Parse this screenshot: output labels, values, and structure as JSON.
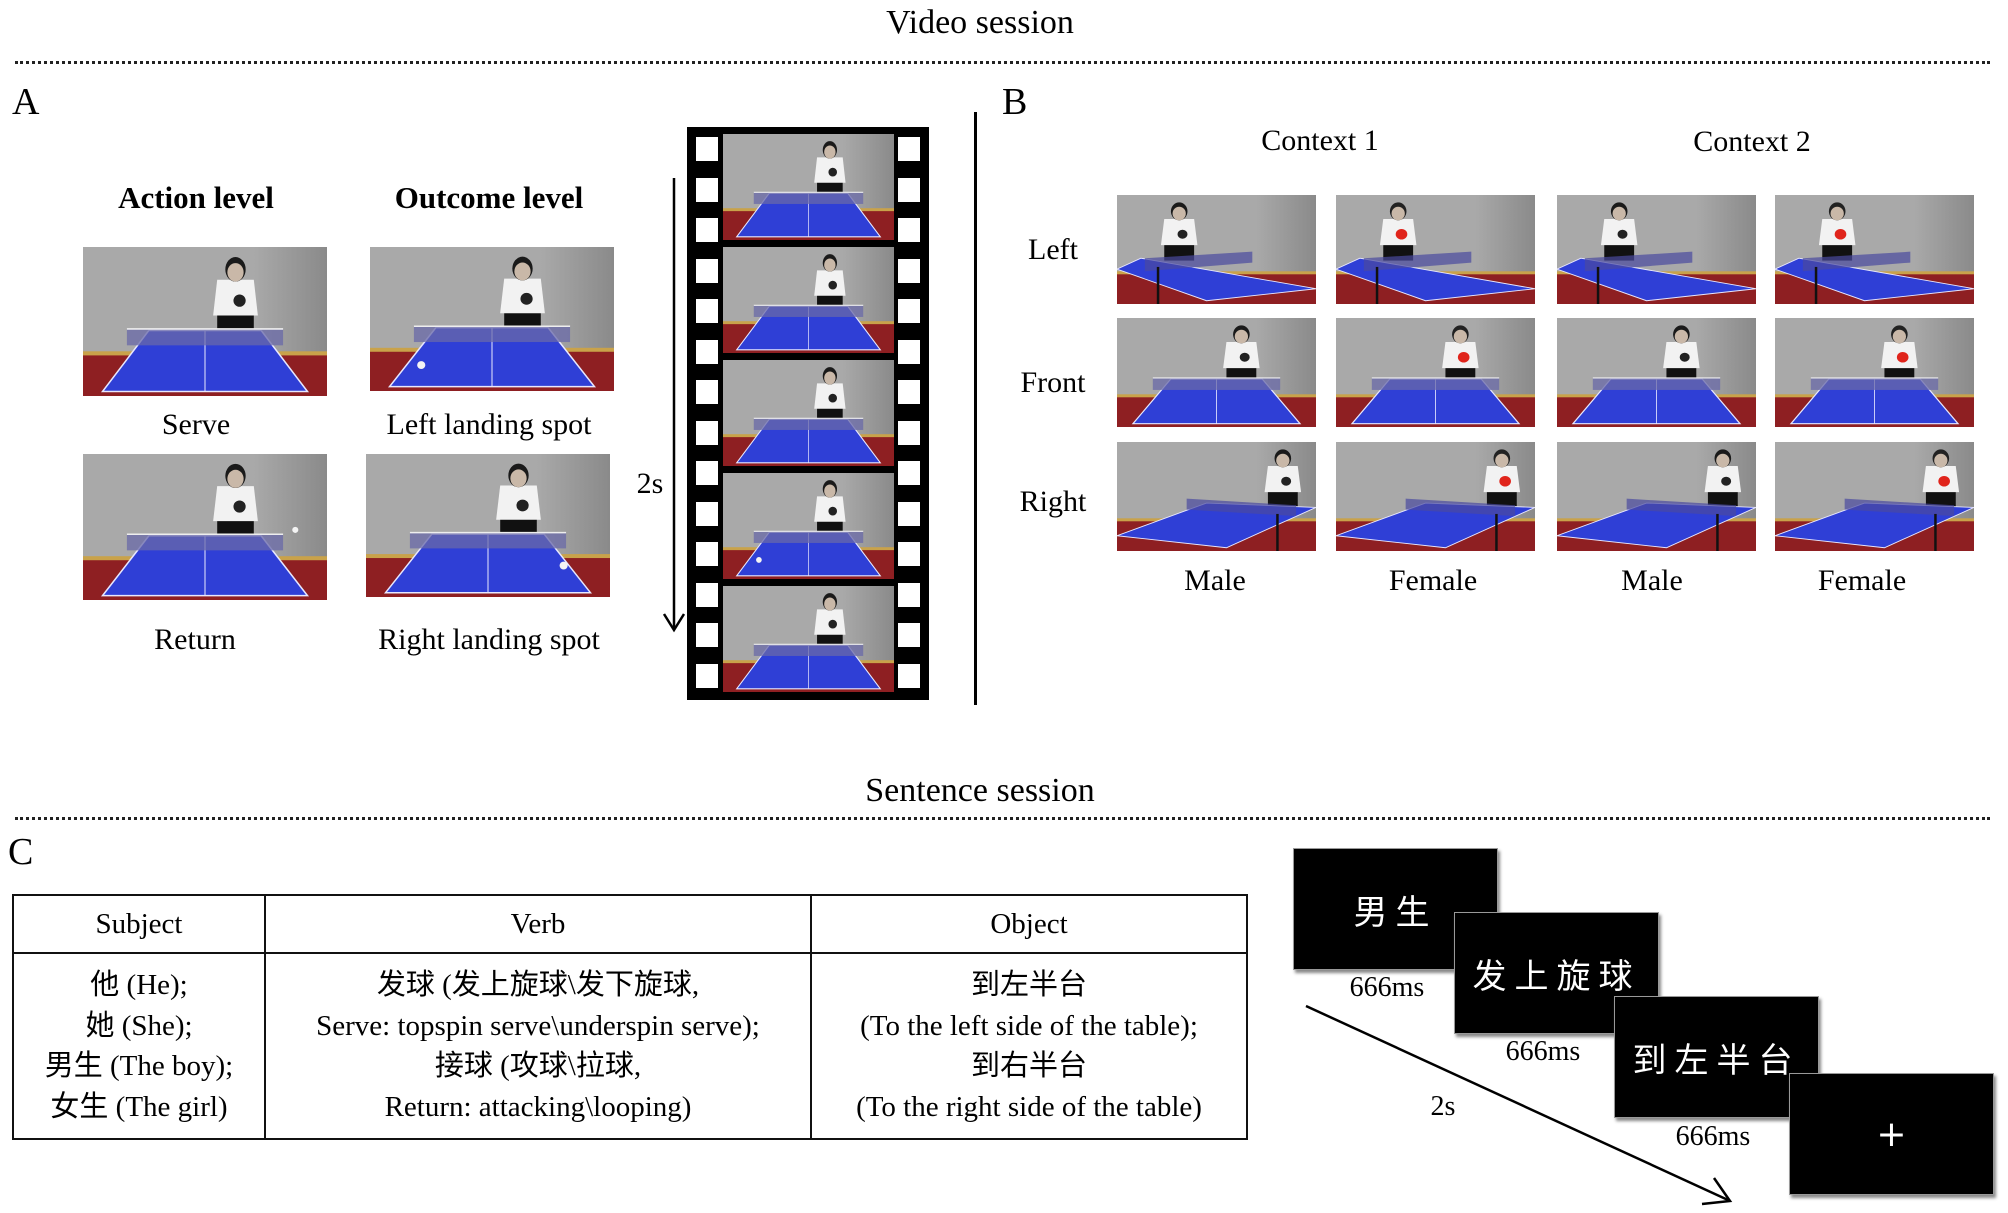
{
  "video_session": {
    "title": "Video session",
    "panel_a": {
      "letter": "A",
      "column_headers": [
        "Action level",
        "Outcome level"
      ],
      "images": [
        {
          "caption": "Serve",
          "background": "gray",
          "view": "front",
          "gender": "male",
          "ball": "none"
        },
        {
          "caption": "Left landing spot",
          "background": "gray",
          "view": "front",
          "gender": "male",
          "ball": "left"
        },
        {
          "caption": "Return",
          "background": "gray",
          "view": "front",
          "gender": "male",
          "ball": "net-right"
        },
        {
          "caption": "Right landing spot",
          "background": "gray",
          "view": "front",
          "gender": "male",
          "ball": "right"
        }
      ],
      "duration_label": "2s",
      "film_frames": [
        {
          "background": "gray",
          "view": "front",
          "gender": "male",
          "ball": "none"
        },
        {
          "background": "gray",
          "view": "front",
          "gender": "male",
          "ball": "none"
        },
        {
          "background": "gray",
          "view": "front",
          "gender": "male",
          "ball": "none"
        },
        {
          "background": "gray",
          "view": "front",
          "gender": "male",
          "ball": "left"
        },
        {
          "background": "gray",
          "view": "front",
          "gender": "male",
          "ball": "none"
        }
      ]
    },
    "panel_b": {
      "letter": "B",
      "context_labels": [
        "Context 1",
        "Context 2"
      ],
      "row_labels": [
        "Left",
        "Front",
        "Right"
      ],
      "column_labels": [
        "Male",
        "Female",
        "Male",
        "Female"
      ],
      "grid": [
        [
          {
            "background": "blue",
            "view": "left",
            "gender": "male"
          },
          {
            "background": "blue",
            "view": "left",
            "gender": "female"
          },
          {
            "background": "gray",
            "view": "left",
            "gender": "male"
          },
          {
            "background": "gray",
            "view": "left",
            "gender": "female"
          }
        ],
        [
          {
            "background": "blue",
            "view": "front",
            "gender": "male"
          },
          {
            "background": "blue",
            "view": "front",
            "gender": "female"
          },
          {
            "background": "gray",
            "view": "front",
            "gender": "male"
          },
          {
            "background": "gray",
            "view": "front",
            "gender": "female"
          }
        ],
        [
          {
            "background": "blue",
            "view": "right",
            "gender": "male"
          },
          {
            "background": "blue",
            "view": "right",
            "gender": "female"
          },
          {
            "background": "gray",
            "view": "right",
            "gender": "male"
          },
          {
            "background": "gray",
            "view": "right",
            "gender": "female"
          }
        ]
      ]
    }
  },
  "sentence_session": {
    "title": "Sentence session",
    "panel_c": {
      "letter": "C",
      "table": {
        "headers": [
          "Subject",
          "Verb",
          "Object"
        ],
        "subject_lines": [
          "他 (He);",
          "她 (She);",
          "男生 (The boy);",
          "女生 (The girl)"
        ],
        "verb_lines": [
          "发球 (发上旋球\\发下旋球,",
          "Serve: topspin serve\\underspin serve);",
          "接球 (攻球\\拉球,",
          "Return: attacking\\looping)"
        ],
        "object_lines": [
          "到左半台",
          "(To the left side of the table);",
          "到右半台",
          "(To the right side of the table)"
        ]
      },
      "screens": [
        {
          "text": "男生",
          "duration": "666ms"
        },
        {
          "text": "发上旋球",
          "duration": "666ms"
        },
        {
          "text": "到左半台",
          "duration": "666ms"
        },
        {
          "text": "+",
          "duration": ""
        }
      ],
      "total_duration": "2s"
    }
  },
  "colors": {
    "table_blue": "#2f3fd6",
    "wall_gray": "#a9a9a9",
    "wall_blue": "#1f82d6",
    "floor_red": "#8e1f22"
  }
}
